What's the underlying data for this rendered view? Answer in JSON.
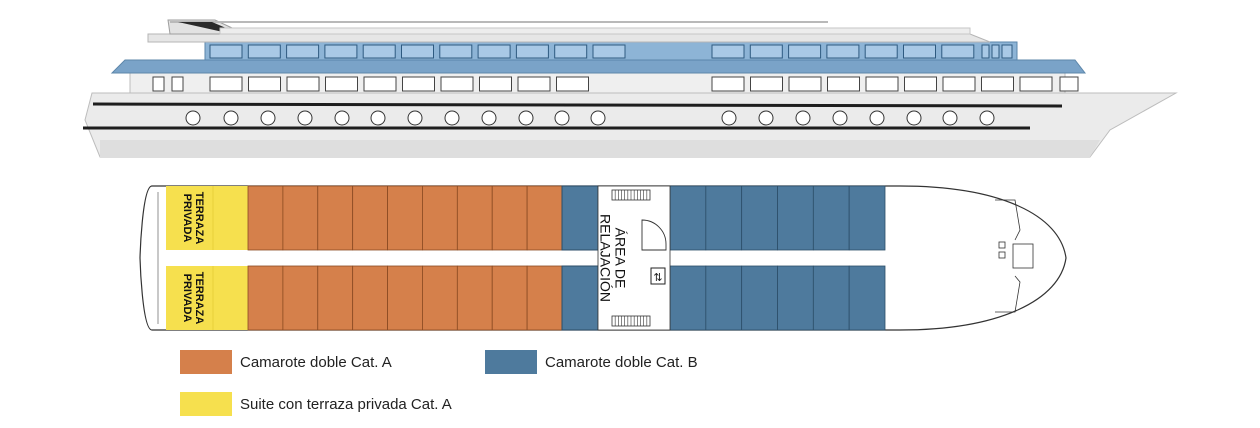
{
  "colors": {
    "cat_a": "#d5804b",
    "cat_b": "#4e7a9d",
    "suite": "#f6e04e",
    "hull": "#e9e9e9",
    "hull_dark": "#dcdcdc",
    "window_blue": "#7fa9cc",
    "deck_blue": "#7aa3c8",
    "outline": "#222222"
  },
  "plan": {
    "terrace_top": "TERRAZA\nPRIVADA",
    "terrace_bottom": "TERRAZA\nPRIVADA",
    "relax_area": "ÁREA DE\nRELAJACIÓN",
    "cat_a_cabins_per_row": 9,
    "cat_b_cabins_per_row": 6
  },
  "legend": {
    "cat_a": "Camarote doble Cat. A",
    "cat_b": "Camarote doble Cat. B",
    "suite": "Suite con terraza privada Cat. A"
  }
}
